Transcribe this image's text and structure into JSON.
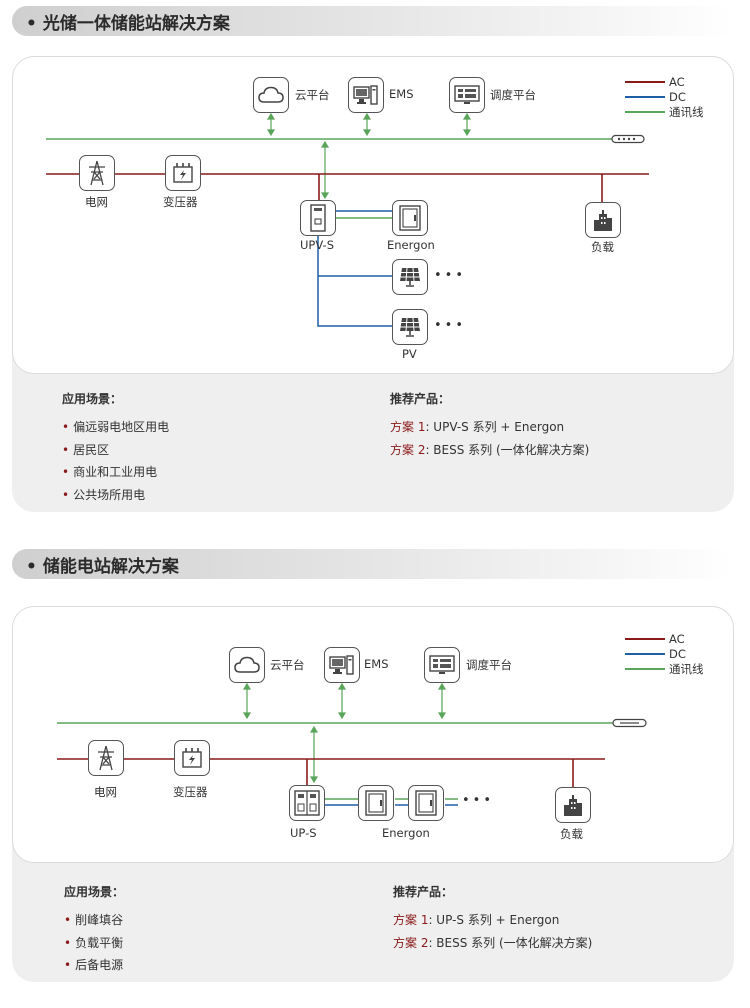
{
  "colors": {
    "ac": "#8b1a1a",
    "dc": "#1f5fa8",
    "comm": "#5aa55a"
  },
  "sections": [
    {
      "title": "光储一体储能站解决方案",
      "legend": [
        "AC",
        "DC",
        "通讯线"
      ],
      "platform": {
        "cloud": "云平台",
        "ems": "EMS",
        "dispatch": "调度平台"
      },
      "nodes": {
        "grid": "电网",
        "transformer": "变压器",
        "upv": "UPV-S",
        "energon": "Energon",
        "load": "负载",
        "pv": "PV"
      },
      "apps_title": "应用场景：",
      "apps": [
        "偏远弱电地区用电",
        "居民区",
        "商业和工业用电",
        "公共场所用电"
      ],
      "products_title": "推荐产品：",
      "products": [
        {
          "plan": "方案 1",
          "text": ": UPV-S 系列 + Energon"
        },
        {
          "plan": "方案 2",
          "text": ": BESS 系列 (一体化解决方案)"
        }
      ]
    },
    {
      "title": "储能电站解决方案",
      "legend": [
        "AC",
        "DC",
        "通讯线"
      ],
      "platform": {
        "cloud": "云平台",
        "ems": "EMS",
        "dispatch": "调度平台"
      },
      "nodes": {
        "grid": "电网",
        "transformer": "变压器",
        "ups": "UP-S",
        "energon": "Energon",
        "load": "负载"
      },
      "apps_title": "应用场景：",
      "apps": [
        "削峰填谷",
        "负载平衡",
        "后备电源"
      ],
      "products_title": "推荐产品：",
      "products": [
        {
          "plan": "方案 1",
          "text": ": UP-S 系列 + Energon"
        },
        {
          "plan": "方案 2",
          "text": ": BESS 系列 (一体化解决方案)"
        }
      ]
    }
  ]
}
